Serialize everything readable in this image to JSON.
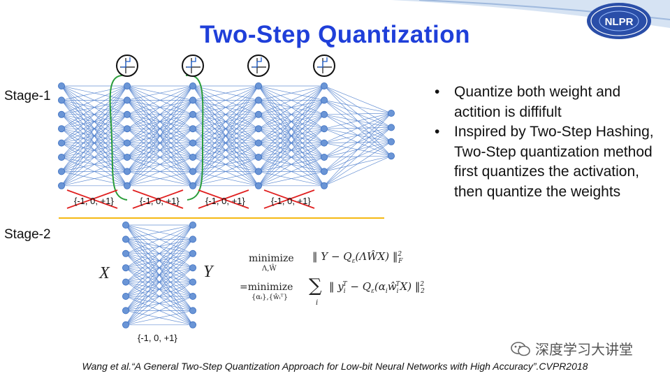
{
  "title": "Two-Step Quantization",
  "stages": [
    "Stage-1",
    "Stage-2"
  ],
  "quant_labels": [
    "{-1, 0, +1}",
    "{-1, 0, +1}",
    "{-1, 0, +1}",
    "{-1, 0, +1}"
  ],
  "stage2_label": "{-1, 0, +1}",
  "io": {
    "x": "X",
    "y": "Y"
  },
  "bullets": [
    "Quantize both weight and actition is diffifult",
    "Inspired by Two-Step Hashing, Two-Step quantization method first quantizes the activation, then quantize the weights"
  ],
  "equations": {
    "line1_op": "minimize",
    "line1_sub": "Λ,Ŵ",
    "line2_op": "=minimize",
    "line2_sub": "{αᵢ},{ŵᵢᵀ}",
    "sum_sub": "i"
  },
  "logo_text": "NLPR",
  "watermark": "深度学习大讲堂",
  "citation": "Wang et al.“A General Two-Step Quantization Approach for Low-bit Neural Networks with High Accuracy”.CVPR2018",
  "colors": {
    "title": "#1f3fd9",
    "node": "#6a95d6",
    "edge": "#4a7ccc",
    "cross": "#e02020",
    "bracket": "#2a9d3a",
    "divider": "#f5b914"
  }
}
